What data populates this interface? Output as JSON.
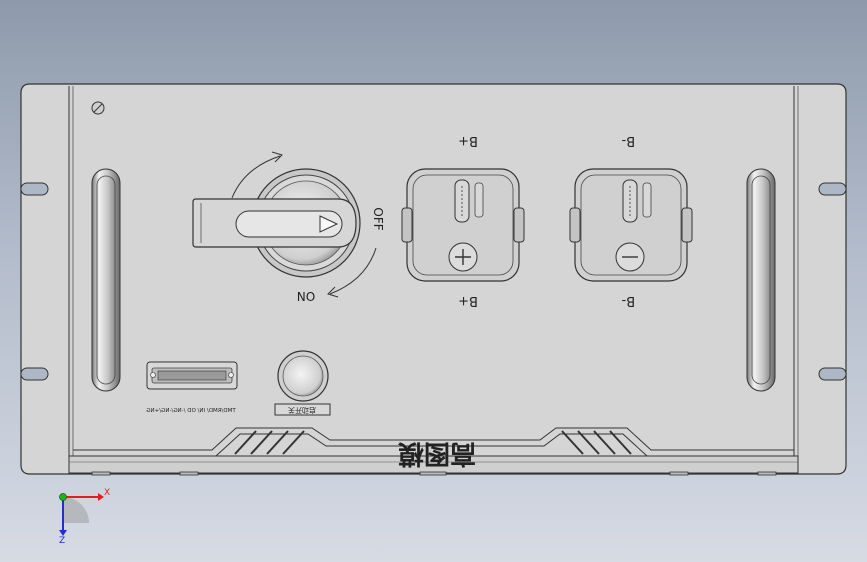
{
  "labels": {
    "pos_top": "B+",
    "pos_bottom": "B+",
    "neg_top": "B-",
    "neg_bottom": "B-",
    "switch_off": "OFF",
    "switch_on": "ON",
    "port_caption": "TMD/RMD/ IN/ OD /-NG/-NG/+NG",
    "button_caption": "启动开关",
    "brand": "高图模"
  },
  "axes": {
    "x": "X",
    "z": "Z"
  },
  "colors": {
    "background_top": "#8e9aab",
    "background_bottom": "#d6dbe4",
    "panel": "#d5d5d5",
    "outline": "#333333",
    "axis_x": "#e02020",
    "axis_y": "#20b020",
    "axis_z": "#2030d0"
  }
}
